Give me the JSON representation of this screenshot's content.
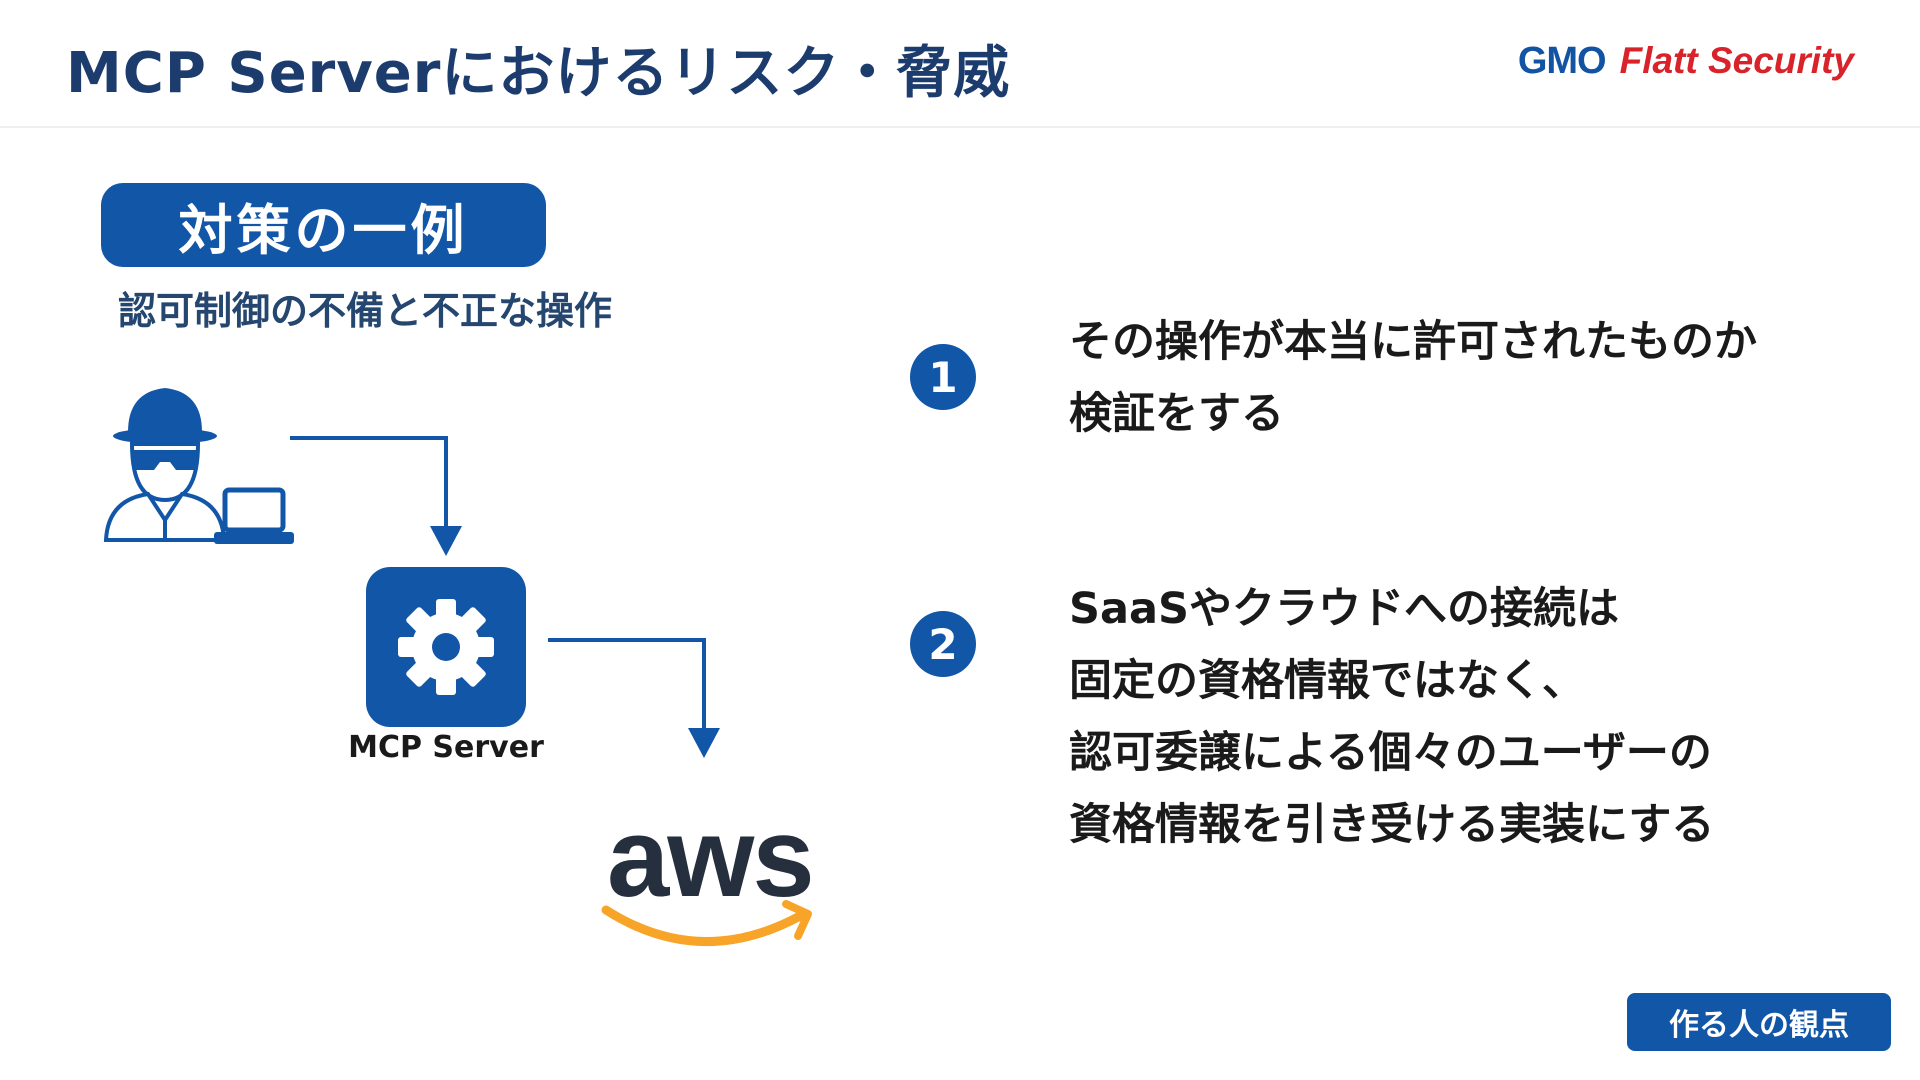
{
  "header": {
    "title": "MCP Serverにおけるリスク・脅威",
    "logo": {
      "gmo": "GMO",
      "flatt": "Flatt Security"
    }
  },
  "section": {
    "pill_label": "対策の一例",
    "subtitle": "認可制御の不備と不正な操作"
  },
  "diagram": {
    "server_label": "MCP Server",
    "aws_label": "aws",
    "icons": [
      "attacker-icon",
      "laptop-icon",
      "gear-icon",
      "aws-logo"
    ]
  },
  "points": [
    {
      "number": "1",
      "lines": [
        "その操作が本当に許可されたものか",
        "検証をする"
      ]
    },
    {
      "number": "2",
      "lines": [
        "SaaSやクラウドへの接続は",
        "固定の資格情報ではなく、",
        "認可委譲による個々のユーザーの",
        "資格情報を引き受ける実装にする"
      ]
    }
  ],
  "badge": {
    "label": "作る人の観点"
  },
  "colors": {
    "primary": "#1256a8",
    "title": "#1d3c6e",
    "aws_orange": "#f7a428",
    "aws_text": "#252f3e",
    "logo_red": "#d8232a"
  }
}
